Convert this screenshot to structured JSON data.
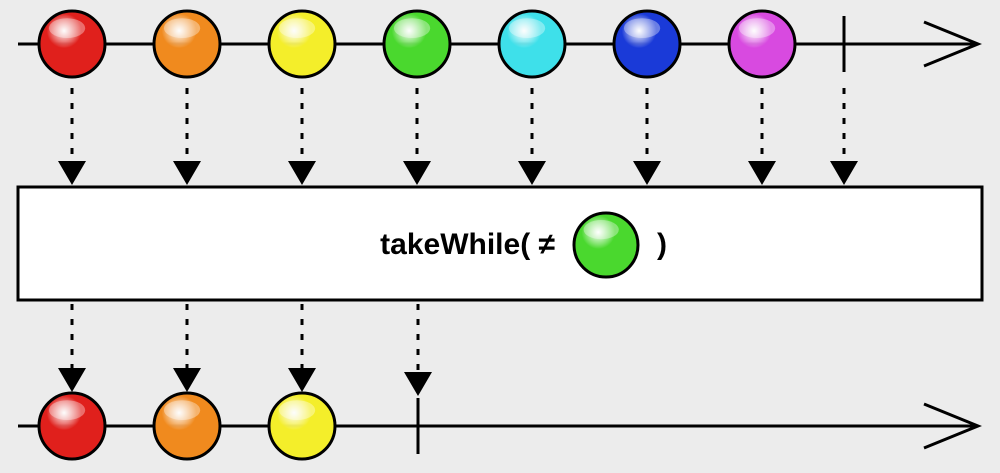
{
  "operator": {
    "prefix": "takeWhile( ≠",
    "suffix": ")",
    "predicate_color": "green"
  },
  "colors": {
    "red": "#e0201c",
    "orange": "#f08a1e",
    "yellow": "#f4ee2a",
    "green": "#4ad82e",
    "cyan": "#3ee0ea",
    "blue": "#1a3ad8",
    "magenta": "#d84ae0",
    "line": "#000000",
    "box_fill": "#ffffff",
    "background": "#ececec"
  },
  "input": {
    "items": [
      "red",
      "orange",
      "yellow",
      "green",
      "cyan",
      "blue",
      "magenta"
    ],
    "completes": true
  },
  "output": {
    "items": [
      "red",
      "orange",
      "yellow"
    ],
    "completes": true
  }
}
